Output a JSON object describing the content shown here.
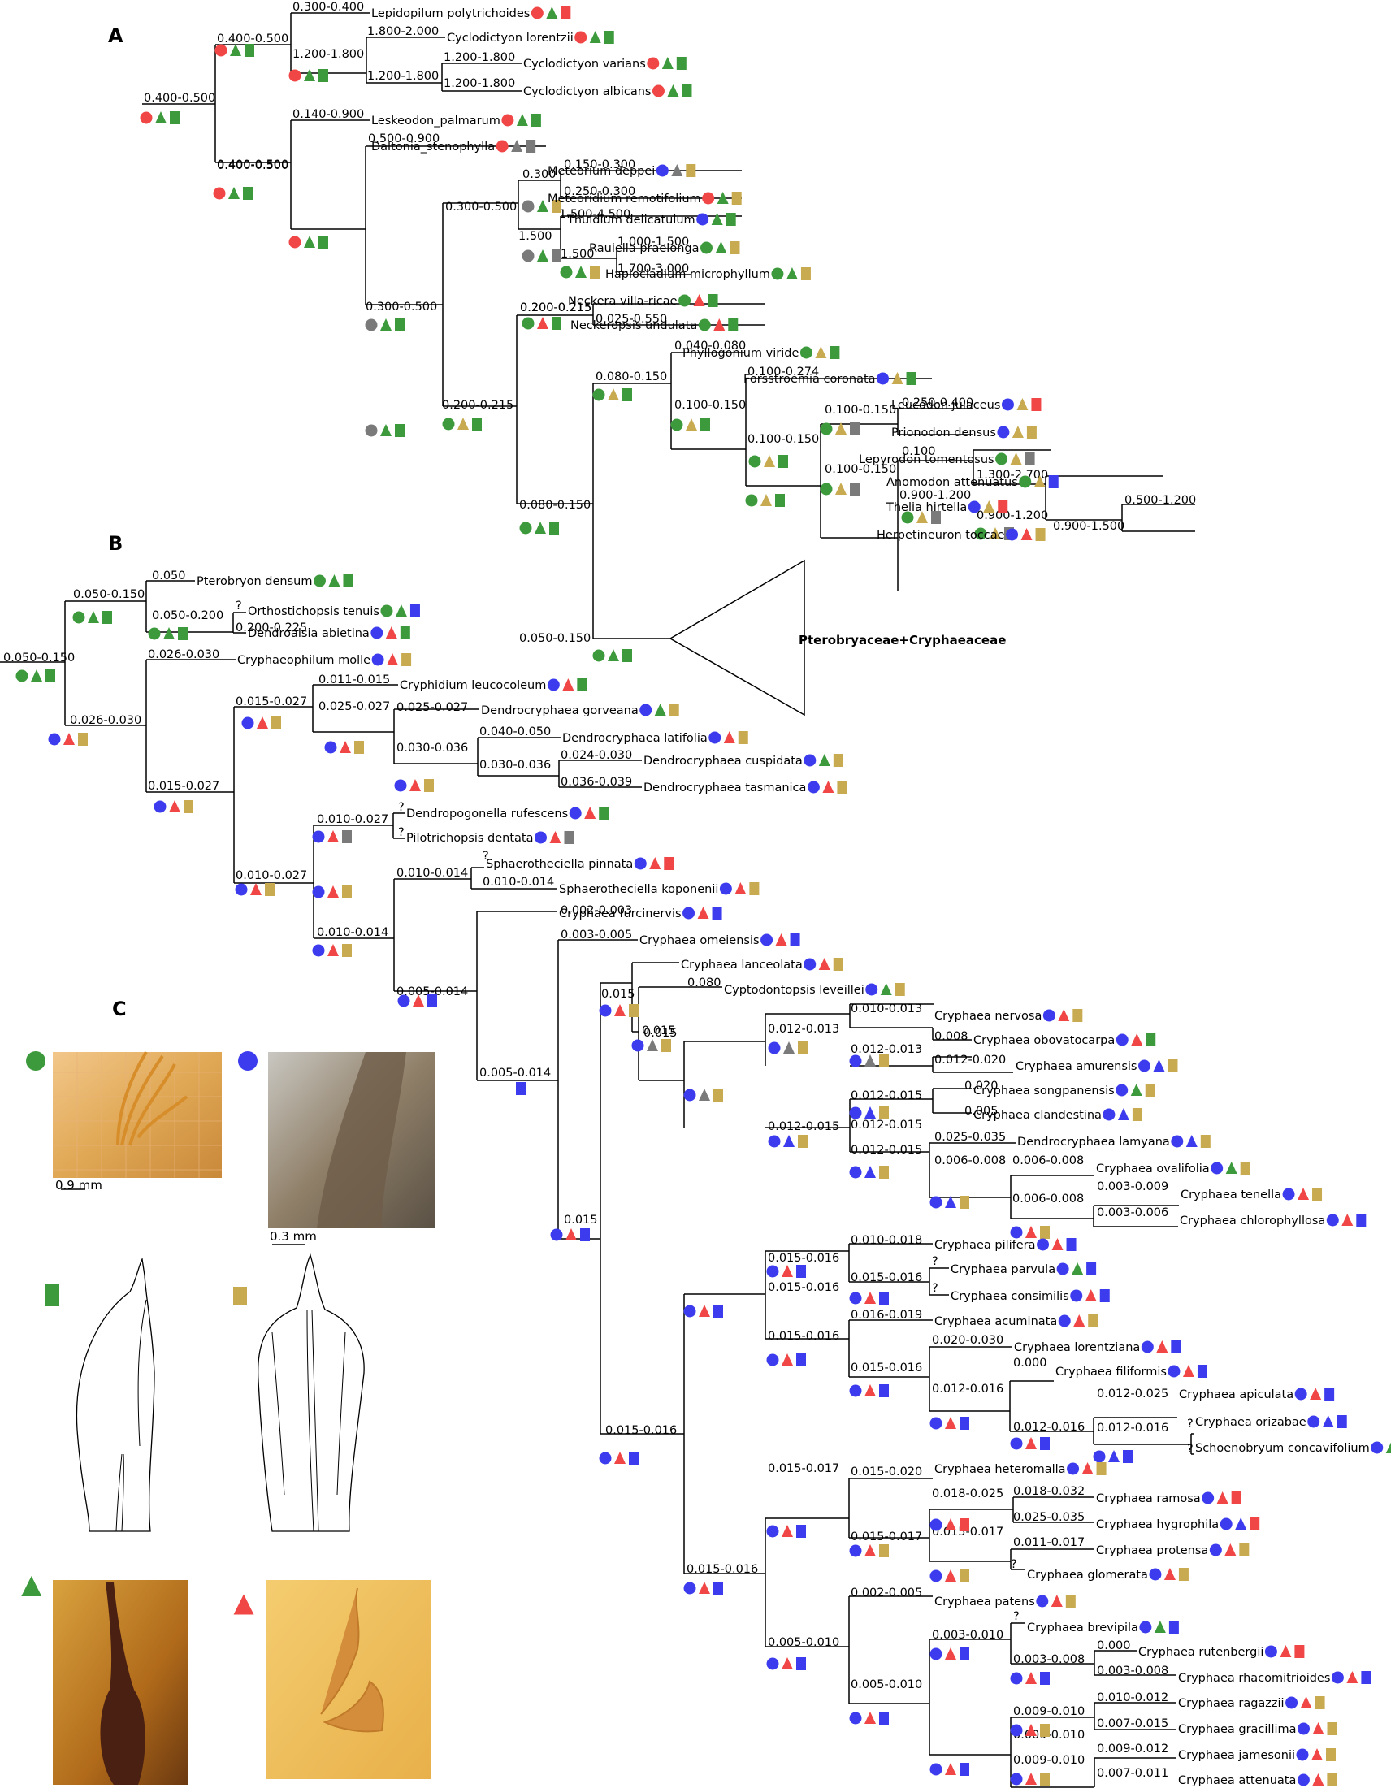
{
  "colors": {
    "green": "#3c9a3c",
    "red": "#f04646",
    "blue": "#3c3cee",
    "gray": "#7a7a7a",
    "tan": "#c8aa50",
    "line": "#000000"
  },
  "panels": {
    "a": "A",
    "b": "B",
    "c": "C"
  },
  "clade_label": "Pterobryaceae+Cryphaeaceae",
  "legend": {
    "scale_1": "0.9 mm",
    "scale_2": "0.3 mm",
    "items": [
      {
        "key": "green-circle",
        "meaning": "photo 1"
      },
      {
        "key": "blue-circle",
        "meaning": "photo 2"
      },
      {
        "key": "green-square",
        "meaning": "leaf drawing 1"
      },
      {
        "key": "tan-square",
        "meaning": "leaf drawing 2"
      },
      {
        "key": "green-triangle",
        "meaning": "photo 3"
      },
      {
        "key": "red-triangle",
        "meaning": "photo 4"
      }
    ]
  },
  "taxa": [
    {
      "name": "Lepidopilum polytrichoides",
      "states": "RGR"
    },
    {
      "name": "Cyclodictyon lorentzii",
      "states": "RGG"
    },
    {
      "name": "Cyclodictyon varians",
      "states": "RGG"
    },
    {
      "name": "Cyclodictyon albicans",
      "states": "RGG"
    },
    {
      "name": "Leskeodon_palmarum",
      "states": "RGG"
    },
    {
      "name": "Daltonia_stenophylla",
      "states": "RYY"
    },
    {
      "name": "Meteorium deppei",
      "states": "BYT"
    },
    {
      "name": "Meteoridium remotifolium",
      "states": "RGT"
    },
    {
      "name": "Thuidium delicatulum",
      "states": "BGG"
    },
    {
      "name": "Rauiella praelonga",
      "states": "GGT"
    },
    {
      "name": "Haplocladium microphyllum",
      "states": "GGT"
    },
    {
      "name": "Neckera villa-ricae",
      "states": "GRG"
    },
    {
      "name": "Neckeropsis undulata",
      "states": "GRG"
    },
    {
      "name": "Phyllogonium viride",
      "states": "GTG"
    },
    {
      "name": "Forsstroemia coronata",
      "states": "BTG"
    },
    {
      "name": "Leucodon julaceus",
      "states": "BTR"
    },
    {
      "name": "Prionodon densus",
      "states": "BTT"
    },
    {
      "name": "Lepyrodon tomentosus",
      "states": "GTY"
    },
    {
      "name": "Anomodon attenuatus",
      "states": "GTB"
    },
    {
      "name": "Thelia hirtella",
      "states": "BTR"
    },
    {
      "name": "Herpetineuron toccae",
      "states": "BRT"
    },
    {
      "name": "Pterobryon densum",
      "states": "GGG"
    },
    {
      "name": "Orthostichopsis tenuis",
      "states": "GGB"
    },
    {
      "name": "Dendroalsia abietina",
      "states": "BRG"
    },
    {
      "name": "Cryphaeophilum molle",
      "states": "BRT"
    },
    {
      "name": "Cryphidium leucocoleum",
      "states": "BRG"
    },
    {
      "name": "Dendrocryphaea gorveana",
      "states": "BGT"
    },
    {
      "name": "Dendrocryphaea latifolia",
      "states": "BRT"
    },
    {
      "name": "Dendrocryphaea cuspidata",
      "states": "BGT"
    },
    {
      "name": "Dendrocryphaea tasmanica",
      "states": "BRT"
    },
    {
      "name": "Dendropogonella rufescens",
      "states": "BRG"
    },
    {
      "name": "Pilotrichopsis dentata",
      "states": "BRY"
    },
    {
      "name": "Sphaerotheciella pinnata",
      "states": "BRR"
    },
    {
      "name": "Sphaerotheciella koponenii",
      "states": "BRT"
    },
    {
      "name": "Cryphaea furcinervis",
      "states": "BRB"
    },
    {
      "name": "Cryphaea omeiensis",
      "states": "BRB"
    },
    {
      "name": "Cryphaea lanceolata",
      "states": "BRT"
    },
    {
      "name": "Cyptodontopsis leveillei",
      "states": "BGT"
    },
    {
      "name": "Cryphaea nervosa",
      "states": "BRT"
    },
    {
      "name": "Cryphaea obovatocarpa",
      "states": "BRG"
    },
    {
      "name": "Cryphaea amurensis",
      "states": "BBT"
    },
    {
      "name": "Cryphaea songpanensis",
      "states": "BGT"
    },
    {
      "name": "Cryphaea clandestina",
      "states": "BBT"
    },
    {
      "name": "Dendrocryphaea lamyana",
      "states": "BBT"
    },
    {
      "name": "Cryphaea ovalifolia",
      "states": "BGT"
    },
    {
      "name": "Cryphaea tenella",
      "states": "BRT"
    },
    {
      "name": "Cryphaea chlorophyllosa",
      "states": "BRB"
    },
    {
      "name": "Cryphaea pilifera",
      "states": "BRB"
    },
    {
      "name": "Cryphaea parvula",
      "states": "BGB"
    },
    {
      "name": "Cryphaea consimilis",
      "states": "BRB"
    },
    {
      "name": "Cryphaea acuminata",
      "states": "BRT"
    },
    {
      "name": "Cryphaea lorentziana",
      "states": "BRB"
    },
    {
      "name": "Cryphaea filiformis",
      "states": "BRB"
    },
    {
      "name": "Cryphaea apiculata",
      "states": "BRB"
    },
    {
      "name": "Cryphaea orizabae",
      "states": "BBB"
    },
    {
      "name": "Schoenobryum concavifolium",
      "states": "BGB"
    },
    {
      "name": "Cryphaea heteromalla",
      "states": "BRT"
    },
    {
      "name": "Cryphaea ramosa",
      "states": "BRR"
    },
    {
      "name": "Cryphaea hygrophila",
      "states": "BBR"
    },
    {
      "name": "Cryphaea protensa",
      "states": "BRT"
    },
    {
      "name": "Cryphaea glomerata",
      "states": "BRT"
    },
    {
      "name": "Cryphaea patens",
      "states": "BRT"
    },
    {
      "name": "Cryphaea brevipila",
      "states": "BGB"
    },
    {
      "name": "Cryphaea rutenbergii",
      "states": "BRR"
    },
    {
      "name": "Cryphaea rhacomitrioides",
      "states": "BRB"
    },
    {
      "name": "Cryphaea ragazzii",
      "states": "BRT"
    },
    {
      "name": "Cryphaea gracillima",
      "states": "BRT"
    },
    {
      "name": "Cryphaea jamesonii",
      "states": "BRT"
    },
    {
      "name": "Cryphaea attenuata",
      "states": "BRT"
    }
  ],
  "node_labels": [
    "0.300-0.400",
    "0.400-0.500",
    "1.800-2.000",
    "1.200-1.800",
    "1.200-1.800",
    "1.200-1.800",
    "1.200-1.800",
    "0.400-0.500",
    "0.140-0.900",
    "0.500-0.900",
    "0.400-0.500",
    "0.300",
    "0.150-0.300",
    "0.250-0.300",
    "0.300-0.500",
    "1.500-4.500",
    "1.500",
    "1.000-1.500",
    "1.500",
    "1.700-3.000",
    "0.400-0.500",
    "0.200-0.215",
    "0.200-0.215",
    "0.025-0.550",
    "0.300-0.500",
    "0.040-0.080",
    "0.080-0.150",
    "0.100-0.274",
    "0.100-0.150",
    "0.250-0.400",
    "0.100-0.150",
    "0.100-0.150",
    "0.100",
    "0.100-0.150",
    "0.200-0.215",
    "1.300-2.700",
    "0.900-1.200",
    "0.500-1.200",
    "0.900-1.200",
    "0.900-1.500",
    "0.080-0.150",
    "0.050-0.150",
    "0.050",
    "0.050-0.150",
    "0.050-0.200",
    "?",
    "0.200-0.225",
    "0.050-0.150",
    "0.026-0.030",
    "0.011-0.015",
    "0.015-0.027",
    "0.025-0.027",
    "0.025-0.027",
    "0.040-0.050",
    "0.030-0.036",
    "0.024-0.030",
    "0.030-0.036",
    "0.036-0.039",
    "0.026-0.030",
    "0.015-0.027",
    "0.010-0.027",
    "?",
    "?",
    "0.010-0.014",
    "?",
    "0.010-0.014",
    "0.010-0.027",
    "0.002-0.003",
    "0.010-0.014",
    "0.003-0.005",
    "0.005-0.014",
    "0.015",
    "0.080",
    "0.015",
    "0.015",
    "0.012-0.013",
    "0.010-0.013",
    "0.008",
    "0.012-0.013",
    "0.012-0.020",
    "0.012-0.015",
    "0.020",
    "0.005",
    "0.012-0.015",
    "0.012-0.015",
    "0.025-0.035",
    "0.006-0.008",
    "0.012-0.015",
    "0.006-0.008",
    "0.003-0.009",
    "0.006-0.008",
    "0.003-0.006",
    "0.005-0.014",
    "0.015",
    "0.015-0.016",
    "0.010-0.018",
    "0.015-0.016",
    "?",
    "?",
    "0.015-0.016",
    "0.015-0.016",
    "0.016-0.019",
    "0.020-0.030",
    "0.015-0.016",
    "0.000",
    "0.012-0.016",
    "0.012-0.025",
    "0.012-0.016",
    "?",
    "?",
    "0.012-0.016",
    "0.015-0.016",
    "0.015-0.017",
    "0.015-0.020",
    "0.018-0.025",
    "0.018-0.032",
    "0.025-0.035",
    "0.015-0.017",
    "0.011-0.017",
    "?",
    "0.015-0.017",
    "0.015-0.016",
    "0.002-0.005",
    "?",
    "0.003-0.010",
    "0.000",
    "0.003-0.008",
    "0.003-0.008",
    "0.005-0.010",
    "0.010-0.012",
    "0.009-0.010",
    "0.007-0.015",
    "0.009-0.010",
    "0.009-0.012",
    "0.009-0.010",
    "0.007-0.011",
    "0.005-0.010"
  ]
}
